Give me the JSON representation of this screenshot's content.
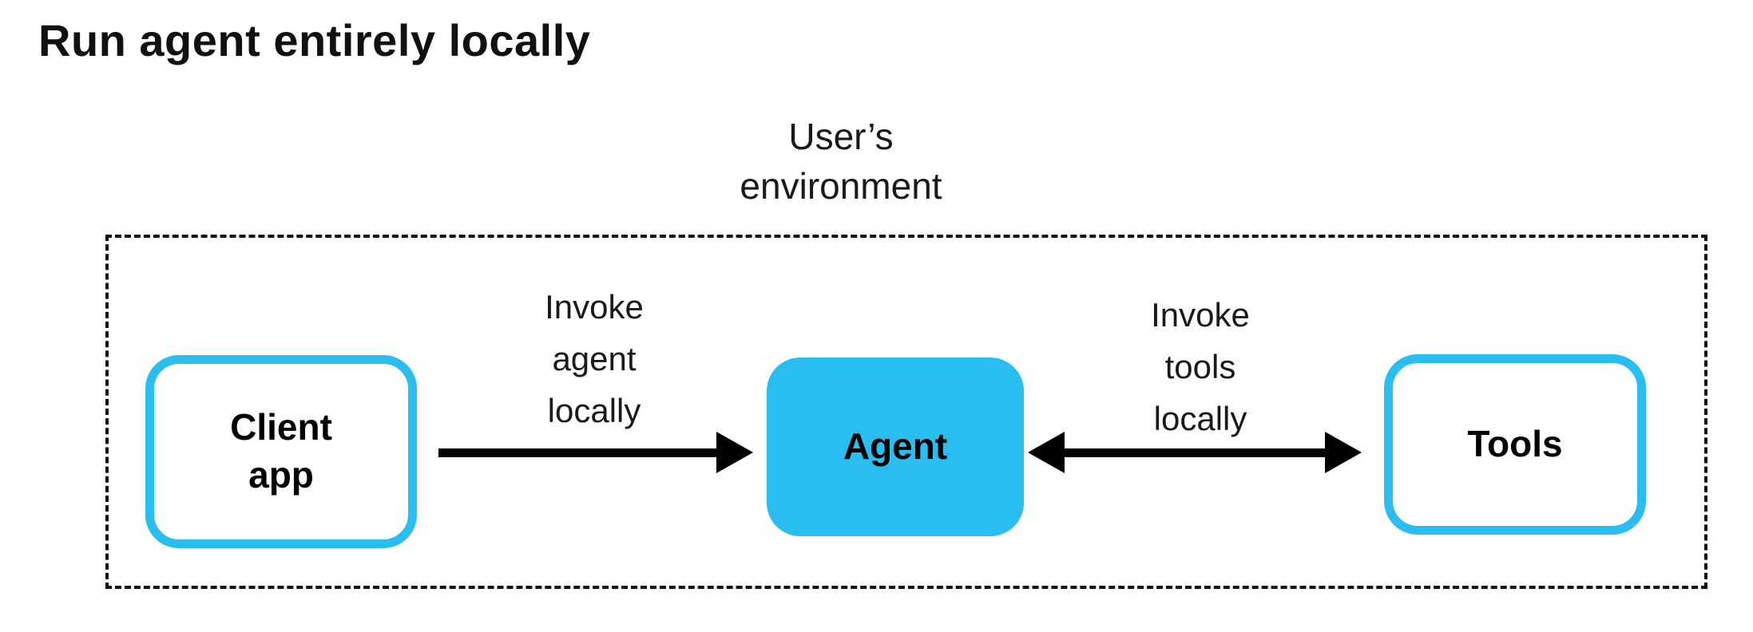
{
  "title": "Run agent entirely locally",
  "environment_label": "User’s\nenvironment",
  "nodes": {
    "client": "Client\napp",
    "agent": "Agent",
    "tools": "Tools"
  },
  "arrows": {
    "invoke_agent_label": "Invoke\nagent\nlocally",
    "invoke_tools_label": "Invoke\ntools\nlocally"
  },
  "colors": {
    "accent": "#29BDF0",
    "text": "#111111",
    "background": "#FFFFFF"
  }
}
